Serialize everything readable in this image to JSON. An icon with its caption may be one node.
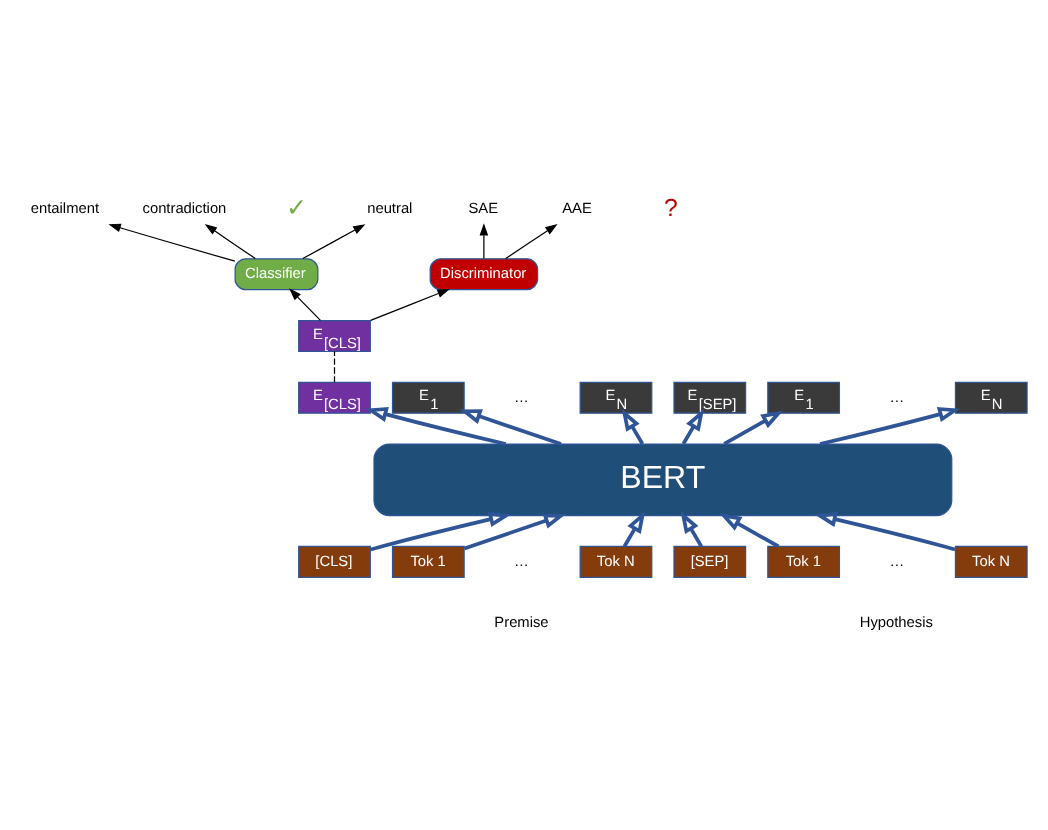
{
  "diagram": {
    "nodes": [
      {
        "text": [
          "E$_{[CLS]}$"
        ]
      },
      {
        "text": [
          "Classifier"
        ]
      },
      {
        "text": [
          "Discriminator"
        ]
      },
      {
        "text": [
          "entailment"
        ]
      },
      {
        "text": [
          "contradiction"
        ]
      },
      {
        "text": [
          "neutral"
        ]
      },
      {
        "text": [
          "SAE"
        ]
      },
      {
        "text": [
          "AAE"
        ]
      },
      {
        "text": [
          "E$_{[CLS]}$"
        ]
      },
      {
        "text": [
          "E$_{1}$"
        ]
      },
      {
        "text": [
          "E$_{N}$"
        ]
      },
      {
        "text": [
          "E$_{[SEP]}$"
        ]
      },
      {
        "text": [
          "E$_{1}$"
        ]
      },
      {
        "text": [
          "E$_{N}$"
        ]
      },
      {
        "text": [
          "BERT"
        ]
      },
      {
        "text": [
          "[CLS]"
        ]
      },
      {
        "text": [
          "Tok 1"
        ]
      },
      {
        "text": [
          "Tok N"
        ]
      },
      {
        "text": [
          "[SEP]"
        ]
      },
      {
        "text": [
          "Tok 1"
        ]
      },
      {
        "text": [
          "Tok N"
        ]
      }
    ],
    "edges": [
      {
        "from": 0,
        "to": 1,
        "arrow": "to",
        "color": "#000000"
      },
      {
        "from": 0,
        "to": 2,
        "arrow": "to",
        "color": "#000000"
      },
      {
        "from": 1,
        "to": 3,
        "arrow": "to",
        "color": "#000000"
      },
      {
        "from": 1,
        "to": 4,
        "arrow": "to",
        "color": "#000000"
      },
      {
        "from": 1,
        "to": 5,
        "arrow": "to",
        "color": "#000000"
      },
      {
        "from": 2,
        "to": 6,
        "arrow": "to",
        "color": "#000000"
      },
      {
        "from": 2,
        "to": 7,
        "arrow": "to",
        "color": "#000000"
      },
      {
        "from": 8,
        "to": 0,
        "arrow": "none",
        "style": "dashed",
        "color": "#000000"
      },
      {
        "from": 15,
        "to": 14,
        "arrow": "to"
      },
      {
        "from": 16,
        "to": 14,
        "arrow": "to"
      },
      {
        "from": 17,
        "to": 14,
        "arrow": "to"
      },
      {
        "from": 18,
        "to": 14,
        "arrow": "to"
      },
      {
        "from": 19,
        "to": 14,
        "arrow": "to"
      },
      {
        "from": 20,
        "to": 14,
        "arrow": "to"
      },
      {
        "from": 14,
        "to": 8,
        "arrow": "to"
      },
      {
        "from": 14,
        "to": 9,
        "arrow": "to"
      },
      {
        "from": 14,
        "to": 10,
        "arrow": "to"
      },
      {
        "from": 14,
        "to": 11,
        "arrow": "to"
      },
      {
        "from": 14,
        "to": 12,
        "arrow": "to"
      },
      {
        "from": 14,
        "to": 13,
        "arrow": "to"
      }
    ],
    "labels": [
      "✓",
      "?",
      "…",
      "…",
      "…",
      "…",
      "Premise",
      "Hypothesis"
    ]
  }
}
